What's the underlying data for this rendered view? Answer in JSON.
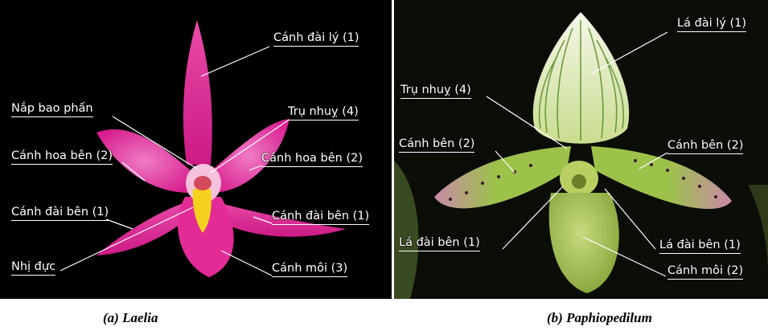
{
  "panel_a": {
    "caption": "(a) Laelia",
    "labels": {
      "dorsal_sepal": "Cánh đài lý (1)",
      "anther_cap": "Nắp bao phấn",
      "column": "Trụ nhuỵ (4)",
      "petal_left": "Cánh hoa bên (2)",
      "petal_right": "Cánh hoa bên (2)",
      "lateral_sepal_left": "Cánh đài bên (1)",
      "lateral_sepal_right": "Cánh đài bên (1)",
      "stamen": "Nhị đực",
      "lip": "Cánh môi (3)"
    }
  },
  "panel_b": {
    "caption": "(b) Paphiopedilum",
    "labels": {
      "dorsal_sepal": "Lá đài lý (1)",
      "column": "Trụ nhuỵ (4)",
      "petal_left": "Cánh bên (2)",
      "petal_right": "Cánh bên (2)",
      "lateral_sepal_left": "Lá đài bên (1)",
      "lateral_sepal_right": "Lá đài bên (1)",
      "lip": "Cánh môi (2)"
    }
  },
  "colors": {
    "laelia_petal": "#e0309e",
    "laelia_throat": "#f4d21e",
    "paph_green": "#9cc24a",
    "paph_pink_edge": "#c98aa8"
  }
}
